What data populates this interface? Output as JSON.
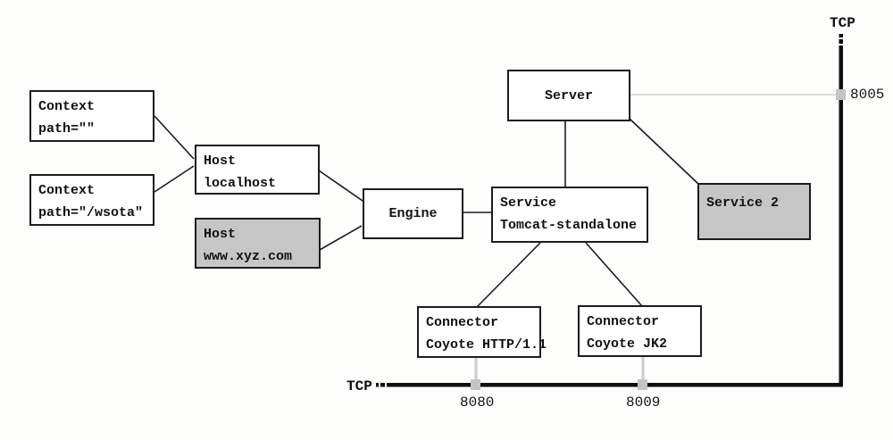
{
  "boxes": {
    "context_root": {
      "line1": "Context",
      "line2": "path=\"\""
    },
    "context_wsota": {
      "line1": "Context",
      "line2": "path=\"/wsota\""
    },
    "host_localhost": {
      "line1": "Host",
      "line2": "localhost"
    },
    "host_xyz": {
      "line1": "Host",
      "line2": "www.xyz.com"
    },
    "engine": {
      "label": "Engine"
    },
    "server": {
      "label": "Server"
    },
    "service_standalone": {
      "line1": "Service",
      "line2": "Tomcat-standalone"
    },
    "service2": {
      "label": "Service 2"
    },
    "connector_http": {
      "line1": "Connector",
      "line2": "Coyote HTTP/1.1"
    },
    "connector_jk2": {
      "line1": "Connector",
      "line2": "Coyote JK2"
    }
  },
  "tcp": {
    "top_label": "TCP",
    "bottom_label": "TCP",
    "ports": {
      "server": "8005",
      "http": "8080",
      "jk2": "8009"
    }
  },
  "colors": {
    "highlight_fill": "#c6c6c6",
    "box_border": "#1c1c1c",
    "connection_line": "#1a1a1a",
    "tcp_line": "#0f0f0f",
    "port_marker": "#c4c4c4",
    "port_stub": "#cccccc",
    "shutdown_line": "#d9d9d9"
  }
}
